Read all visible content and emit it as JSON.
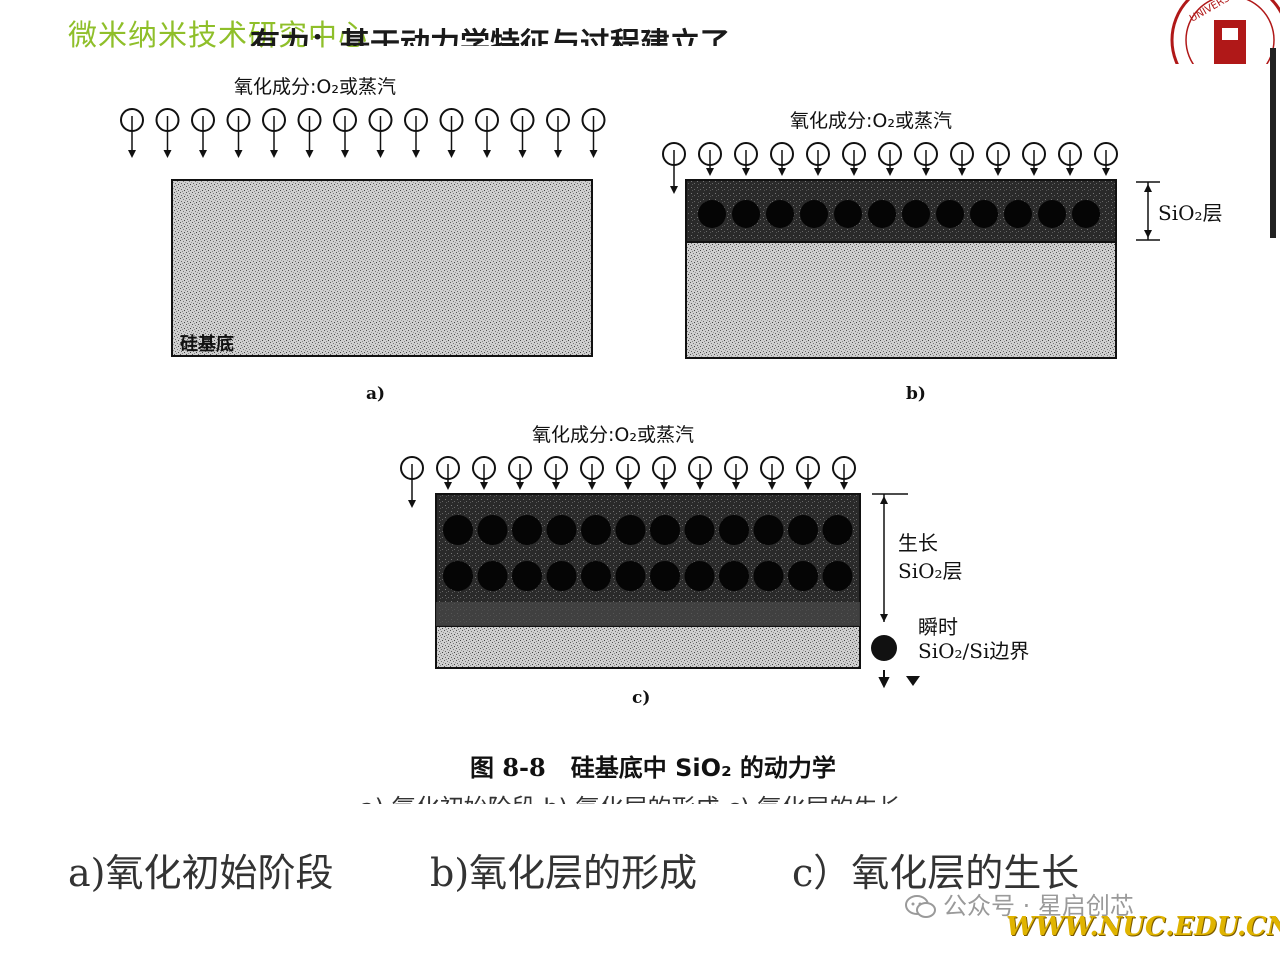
{
  "header": {
    "brand": "微米纳米技术研究中心",
    "cut_title": "有力：基于动力学特征与过程建立了"
  },
  "diagram": {
    "oxidant_label": "氧化成分:O₂或蒸汽",
    "panels": [
      {
        "id": "a",
        "label": "a)",
        "substrate_label": "硅基底",
        "oxide_rows": 0
      },
      {
        "id": "b",
        "label": "b)",
        "layer_label": "SiO₂层",
        "oxide_rows": 1
      },
      {
        "id": "c",
        "label": "c)",
        "growth_label_1": "生长",
        "growth_label_2": "SiO₂层",
        "interface_label_1": "瞬时",
        "interface_label_2": "SiO₂/Si边界",
        "oxide_rows": 2
      }
    ],
    "figure_caption_num": "图 8-8",
    "figure_caption_text": "硅基底中 SiO₂ 的动力学",
    "cut_subcaption": "a) 氧化初始阶段 b) 氧化层的形成 c) 氧化层的生长"
  },
  "captions": {
    "a": "a)氧化初始阶段",
    "b": "b)氧化层的形成",
    "c": "c）氧化层的生长"
  },
  "watermark": {
    "text": "公众号 · 星启创芯",
    "url": "WWW.NUC.EDU.CN"
  },
  "colors": {
    "brand": "#8fbf2a",
    "url": "#e0b400"
  }
}
